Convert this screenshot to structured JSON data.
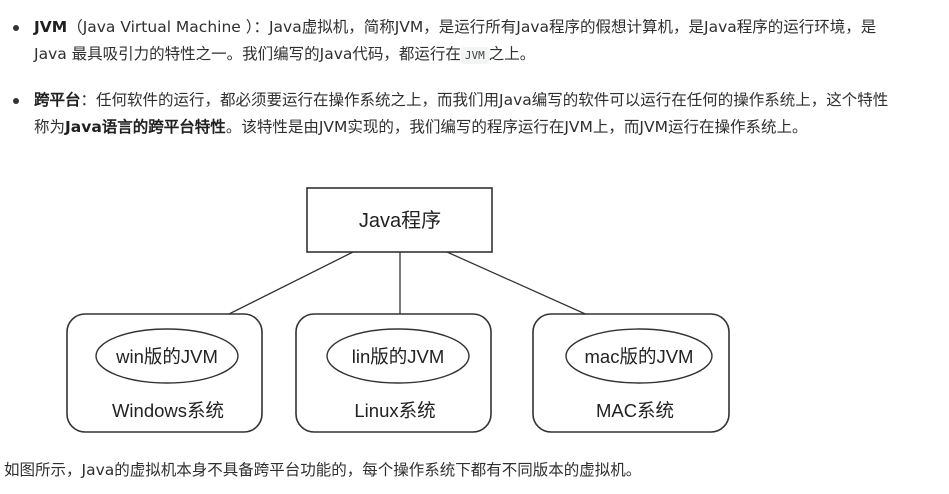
{
  "bullets": [
    {
      "term": "JVM",
      "parts": [
        "（Java Virtual Machine ）：Java虚拟机，简称JVM，是运行所有Java程序的假想计算机，是Java程序的运行环境，是Java 最具吸引力的特性之一。我们编写的Java代码，都运行在",
        "JVM",
        "之上。"
      ]
    },
    {
      "term": "跨平台",
      "parts": [
        "：任何软件的运行，都必须要运行在操作系统之上，而我们用Java编写的软件可以运行在任何的操作系统上，这个特性称为",
        "Java语言的跨平台特性",
        "。该特性是由JVM实现的，我们编写的程序运行在JVM上，而JVM运行在操作系统上。"
      ]
    }
  ],
  "diagram": {
    "program_label": "Java程序",
    "systems": [
      {
        "jvm_label": "win版的JVM",
        "os_label": "Windows系统"
      },
      {
        "jvm_label": "lin版的JVM",
        "os_label": "Linux系统"
      },
      {
        "jvm_label": "mac版的JVM",
        "os_label": "MAC系统"
      }
    ],
    "stroke_color": "#333333"
  },
  "caption": "如图所示，Java的虚拟机本身不具备跨平台功能的，每个操作系统下都有不同版本的虚拟机。"
}
